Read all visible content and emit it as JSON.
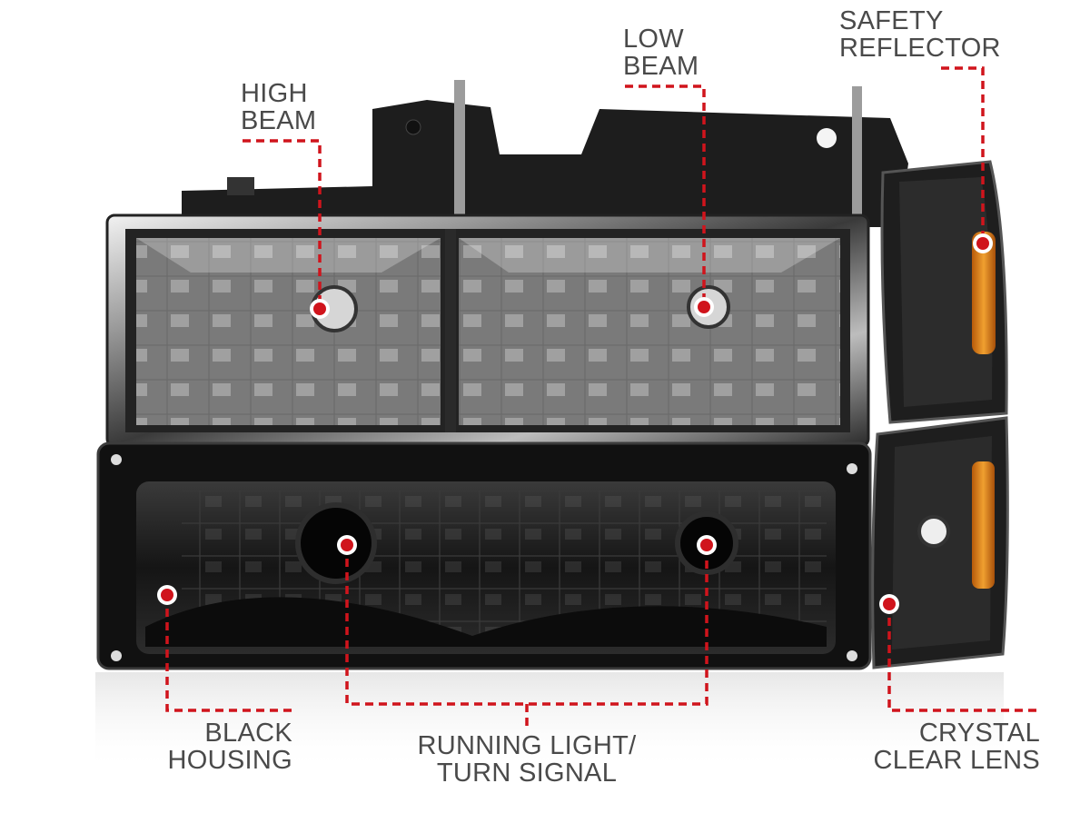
{
  "callouts": {
    "high_beam": {
      "line1": "HIGH",
      "line2": "BEAM"
    },
    "low_beam": {
      "line1": "LOW",
      "line2": "BEAM"
    },
    "safety_reflector": {
      "line1": "SAFETY",
      "line2": "REFLECTOR"
    },
    "black_housing": {
      "line1": "BLACK",
      "line2": "HOUSING"
    },
    "running_light": {
      "line1": "RUNNING LIGHT/",
      "line2": "TURN SIGNAL"
    },
    "crystal_lens": {
      "line1": "CRYSTAL",
      "line2": "CLEAR LENS"
    }
  },
  "colors": {
    "callout_line": "#d0141c",
    "label_text": "#4a4a4a",
    "housing": "#1b1b1b",
    "amber_reflector": "#e0891c"
  }
}
